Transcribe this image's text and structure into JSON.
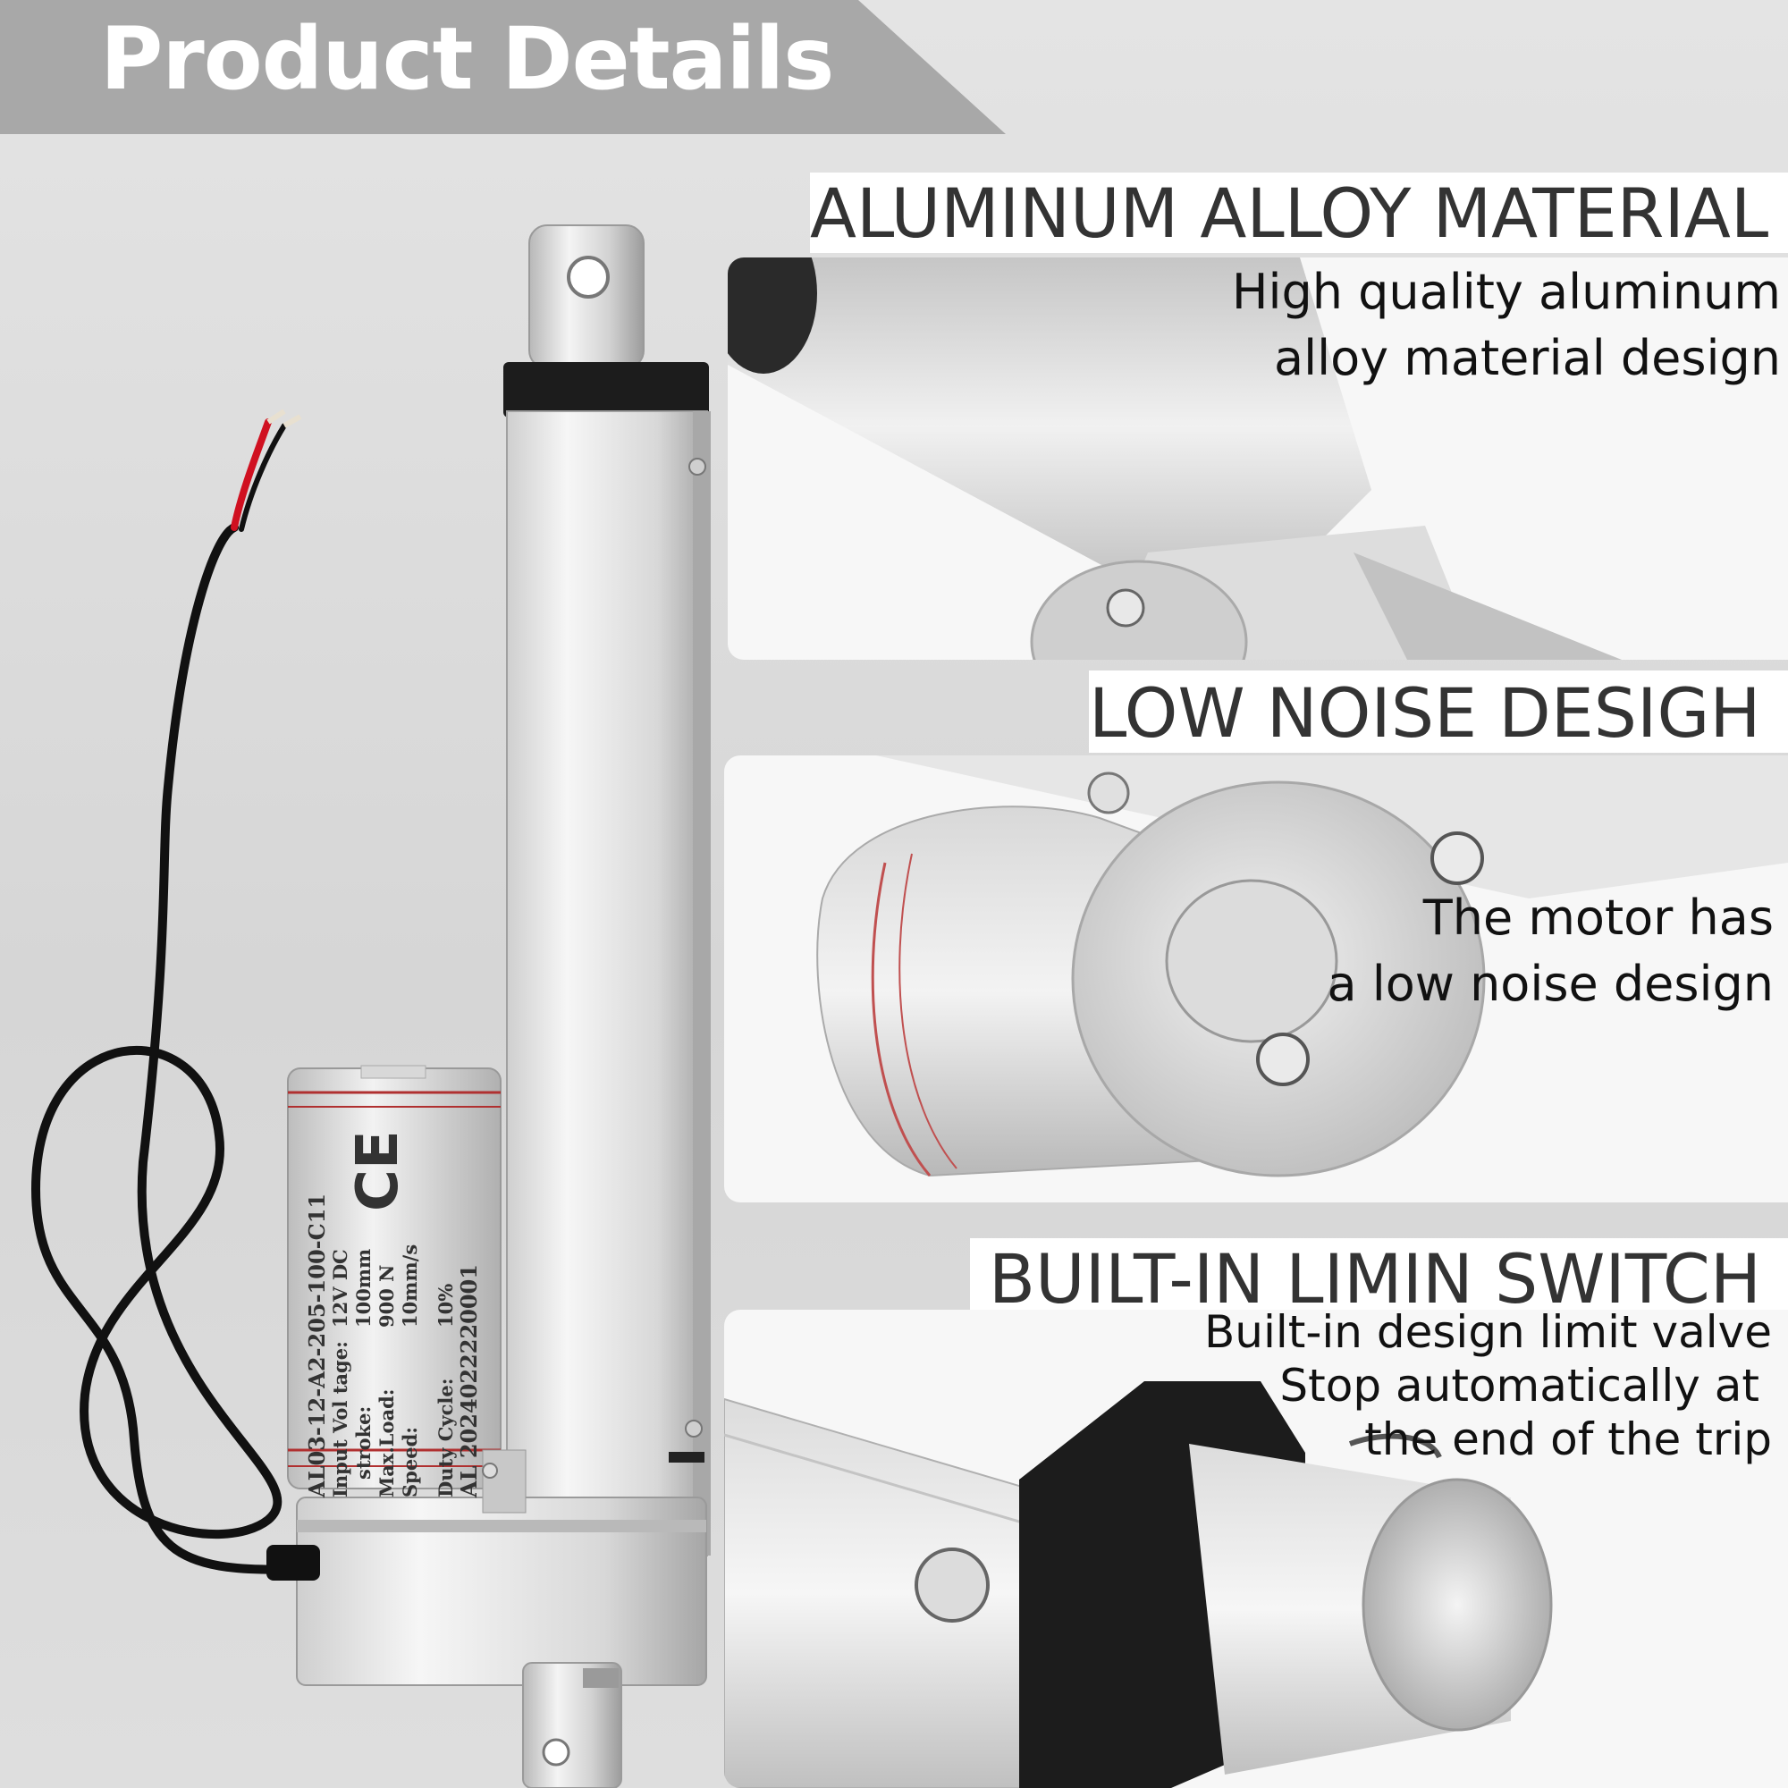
{
  "banner": {
    "title": "Product Details"
  },
  "sections": [
    {
      "heading": "ALUMINUM ALLOY MATERIAL",
      "lines": [
        "High quality aluminum",
        "alloy material design"
      ],
      "icon": "aluminum-tube-closeup"
    },
    {
      "heading": "LOW NOISE DESIGH",
      "lines": [
        "The motor has",
        "a low noise design"
      ],
      "icon": "motor-closeup"
    },
    {
      "heading": "BUILT-IN LIMIN SWITCH",
      "lines": [
        "Built-in design limit valve",
        "Stop automatically at",
        "the end of the trip"
      ],
      "icon": "rod-end-closeup"
    }
  ],
  "motor_label": {
    "model": "AL03-12-A2-205-100-C11",
    "rows": [
      {
        "key": "Input Vol tage:",
        "value": "12V DC"
      },
      {
        "key": "stroke:",
        "value": "100mm"
      },
      {
        "key": "Max.Load:",
        "value": "900 N"
      },
      {
        "key": "Speed:",
        "value": "10mm/s"
      },
      {
        "key": "Duty Cycle:",
        "value": "10%"
      }
    ],
    "serial": "AL 2024022220001",
    "mark": "CE"
  },
  "colors": {
    "banner": "#a8a8a8",
    "heading_text": "#333333",
    "wire_red": "#d01020",
    "wire_black": "#111111"
  }
}
